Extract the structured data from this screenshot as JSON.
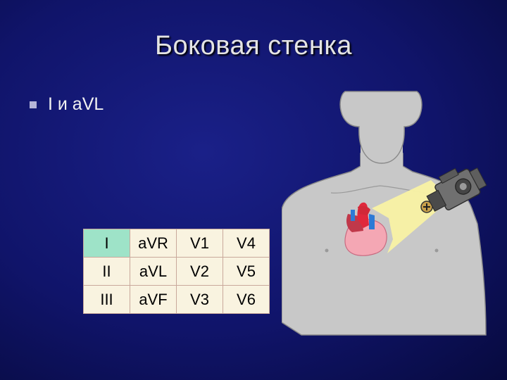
{
  "slide": {
    "title": "Боковая стенка",
    "bullets": [
      "I и aVL"
    ]
  },
  "lead_table": [
    [
      "I",
      "aVR",
      "V1",
      "V4"
    ],
    [
      "II",
      "aVL",
      "V2",
      "V5"
    ],
    [
      "III",
      "aVF",
      "V3",
      "V6"
    ]
  ],
  "highlighted_cell": "I",
  "colors": {
    "background": "#10146a",
    "title_text": "#e4e4e4",
    "highlight_cell": "#9ee3c8",
    "table_background": "#f9f3e0",
    "body_skin": "#c8c8c8",
    "light_beam": "#f9f2a4"
  },
  "icons": [
    "torso-figure",
    "heart-icon",
    "camera-icon",
    "positive-electrode-icon"
  ]
}
